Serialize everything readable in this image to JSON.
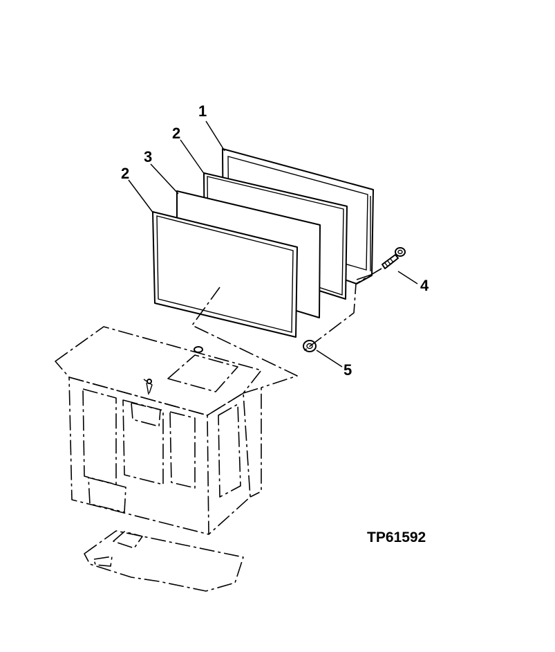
{
  "callouts": {
    "c1": "1",
    "c2a": "2",
    "c3": "3",
    "c2b": "2",
    "c4": "4",
    "c5": "5"
  },
  "figure_id": "TP61592"
}
